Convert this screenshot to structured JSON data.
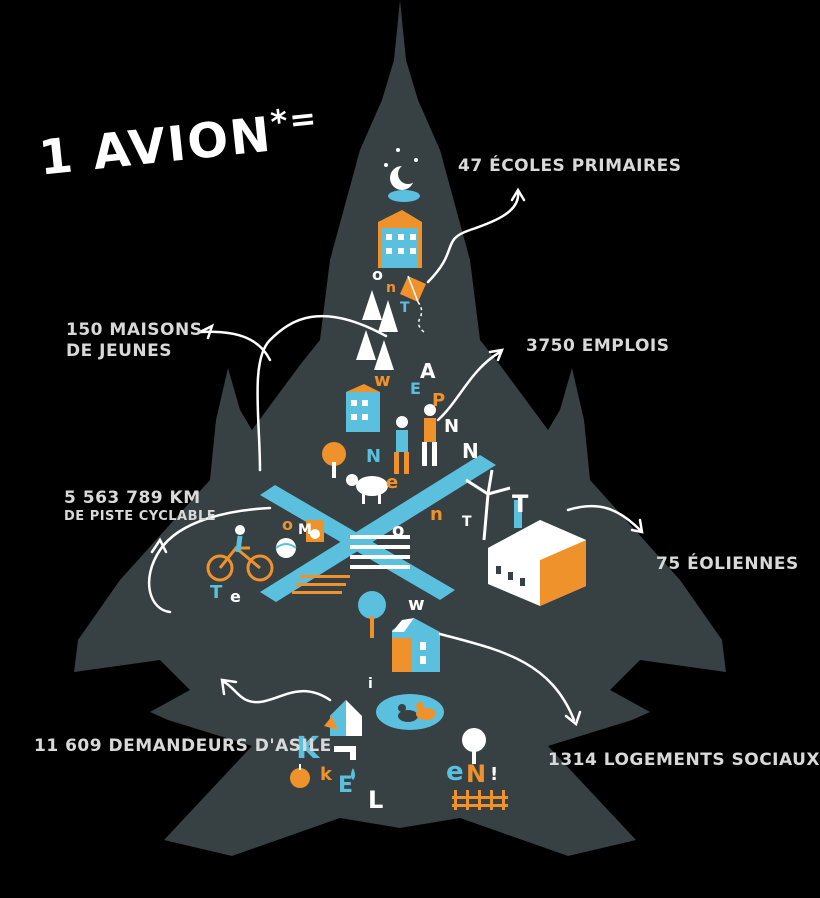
{
  "headline": {
    "line": "1 AVION",
    "mark": "*="
  },
  "stats": [
    {
      "id": "ecoles",
      "value": "47 ÉCOLES PRIMAIRES"
    },
    {
      "id": "maisons",
      "line1": "150 MAISONS",
      "line2": "DE JEUNES"
    },
    {
      "id": "emplois",
      "value": "3750 EMPLOIS"
    },
    {
      "id": "piste",
      "line1": "5 563 789 KM",
      "line2": "DE PISTE CYCLABLE"
    },
    {
      "id": "eoliennes",
      "value": "75 ÉOLIENNES"
    },
    {
      "id": "asile",
      "value": "11 609 DEMANDEURS D'ASILE"
    },
    {
      "id": "logements",
      "value": "1314 LOGEMENTS SOCIAUX"
    }
  ],
  "colors": {
    "background": "#000000",
    "plane": "#374043",
    "orange": "#f0922b",
    "blue": "#5bc0de",
    "white": "#ffffff",
    "text": "#d9d9d9"
  },
  "icons": [
    "fighter-jet-silhouette",
    "moon-icon",
    "school-building-icon",
    "kite-icon",
    "pine-tree-icon",
    "house-icon",
    "wind-turbine-icon",
    "factory-icon",
    "walking-people-icon",
    "bicycle-icon",
    "sheep-icon",
    "duck-icon",
    "apple-icon",
    "tap-icon",
    "fence-icon"
  ]
}
